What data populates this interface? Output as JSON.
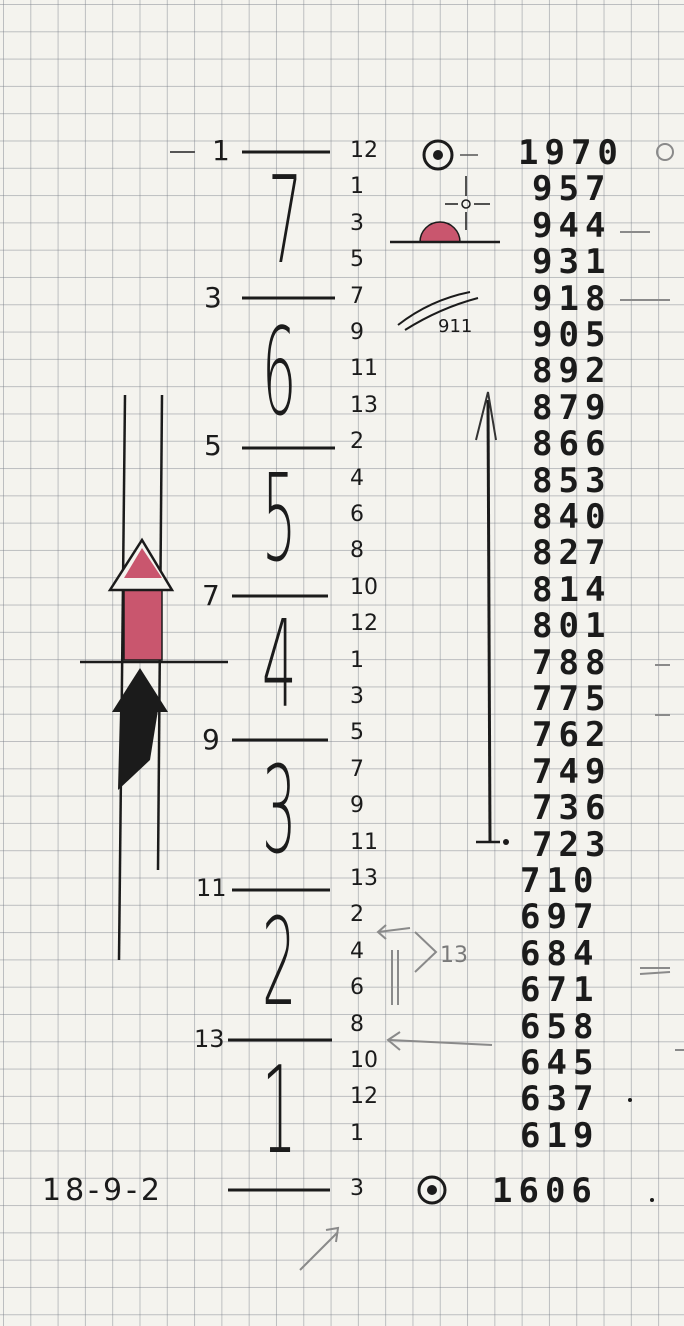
{
  "left_labels": [
    "1",
    "3",
    "5",
    "7",
    "9",
    "11",
    "13",
    "18-9-2"
  ],
  "big_digits": [
    "7",
    "6",
    "5",
    "4",
    "3",
    "2",
    "1"
  ],
  "middle_numbers": [
    "12",
    "1",
    "3",
    "5",
    "7",
    "9",
    "11",
    "13",
    "2",
    "4",
    "6",
    "8",
    "10",
    "12",
    "1",
    "3",
    "5",
    "7",
    "9",
    "11",
    "13",
    "2",
    "4",
    "6",
    "8",
    "10",
    "12",
    "1",
    "3"
  ],
  "years": [
    "1970",
    "957",
    "944",
    "931",
    "918",
    "905",
    "892",
    "879",
    "866",
    "853",
    "840",
    "827",
    "814",
    "801",
    "788",
    "775",
    "762",
    "749",
    "736",
    "723",
    "710",
    "697",
    "684",
    "671",
    "658",
    "645",
    "637",
    "619",
    "1606"
  ],
  "annotations": {
    "sunset_label": "911",
    "bracket_label": "13"
  },
  "colors": {
    "ink": "#1b1b1b",
    "red_arrow": "#c9566e",
    "black_arrow": "#1b1b1b",
    "semicircle": "#c9566e",
    "pencil": "#8a8a8a"
  }
}
